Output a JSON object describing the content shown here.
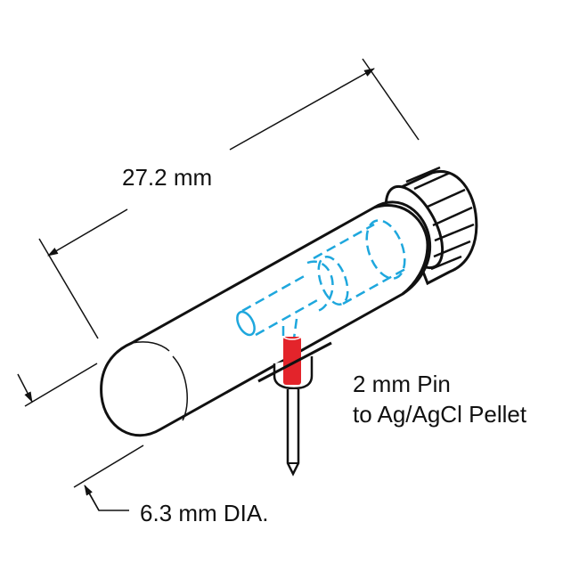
{
  "diagram": {
    "subject": "electrode holder with Ag/AgCl pellet",
    "colors": {
      "outline": "#111111",
      "hidden_lines": "#1ea7dd",
      "pin_highlight": "#e3242b",
      "background": "#ffffff"
    },
    "annotations": {
      "length": "27.2 mm",
      "pin_line1": "2 mm Pin",
      "pin_line2": "to Ag/AgCl Pellet",
      "diameter": "6.3 mm DIA."
    }
  }
}
